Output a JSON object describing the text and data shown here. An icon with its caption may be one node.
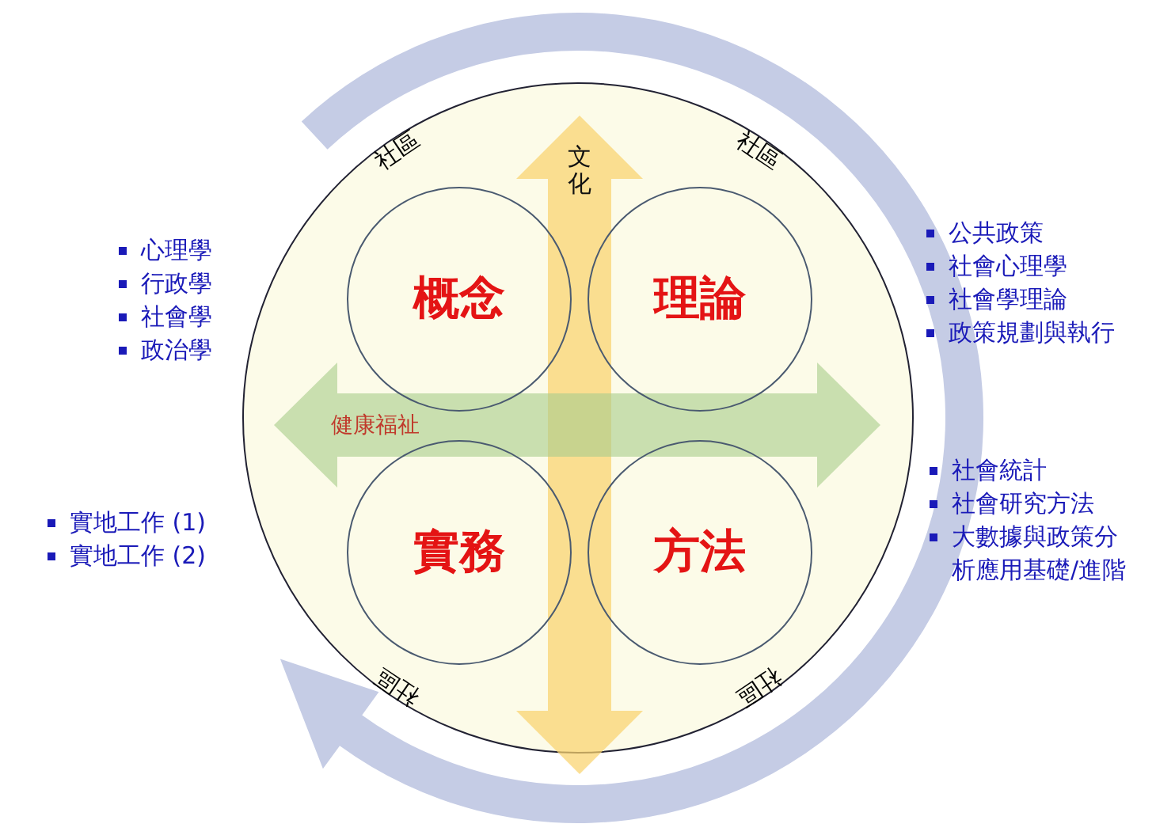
{
  "diagram": {
    "nodes": [
      {
        "text": [
          "社區",
          "社區",
          "社區",
          "社區"
        ]
      },
      {
        "text": [
          "文化"
        ],
        "in": 0
      },
      {
        "text": [
          "概念"
        ],
        "in": 0
      },
      {
        "text": [
          "理論"
        ],
        "in": 0
      },
      {
        "text": [
          "健康福祉"
        ],
        "in": 0
      },
      {
        "text": [
          "實務"
        ],
        "in": 0
      },
      {
        "text": [
          "方法"
        ],
        "in": 0
      }
    ],
    "labels": [
      "心理學",
      "行政學",
      "社會學",
      "政治學",
      "公共政策",
      "社會心理學",
      "社會學理論",
      "政策規劃與執行",
      "社會統計",
      "社會研究方法",
      "大數據與政策分析應用基礎/進階",
      "實地工作 (1)",
      "實地工作 (2)"
    ]
  }
}
